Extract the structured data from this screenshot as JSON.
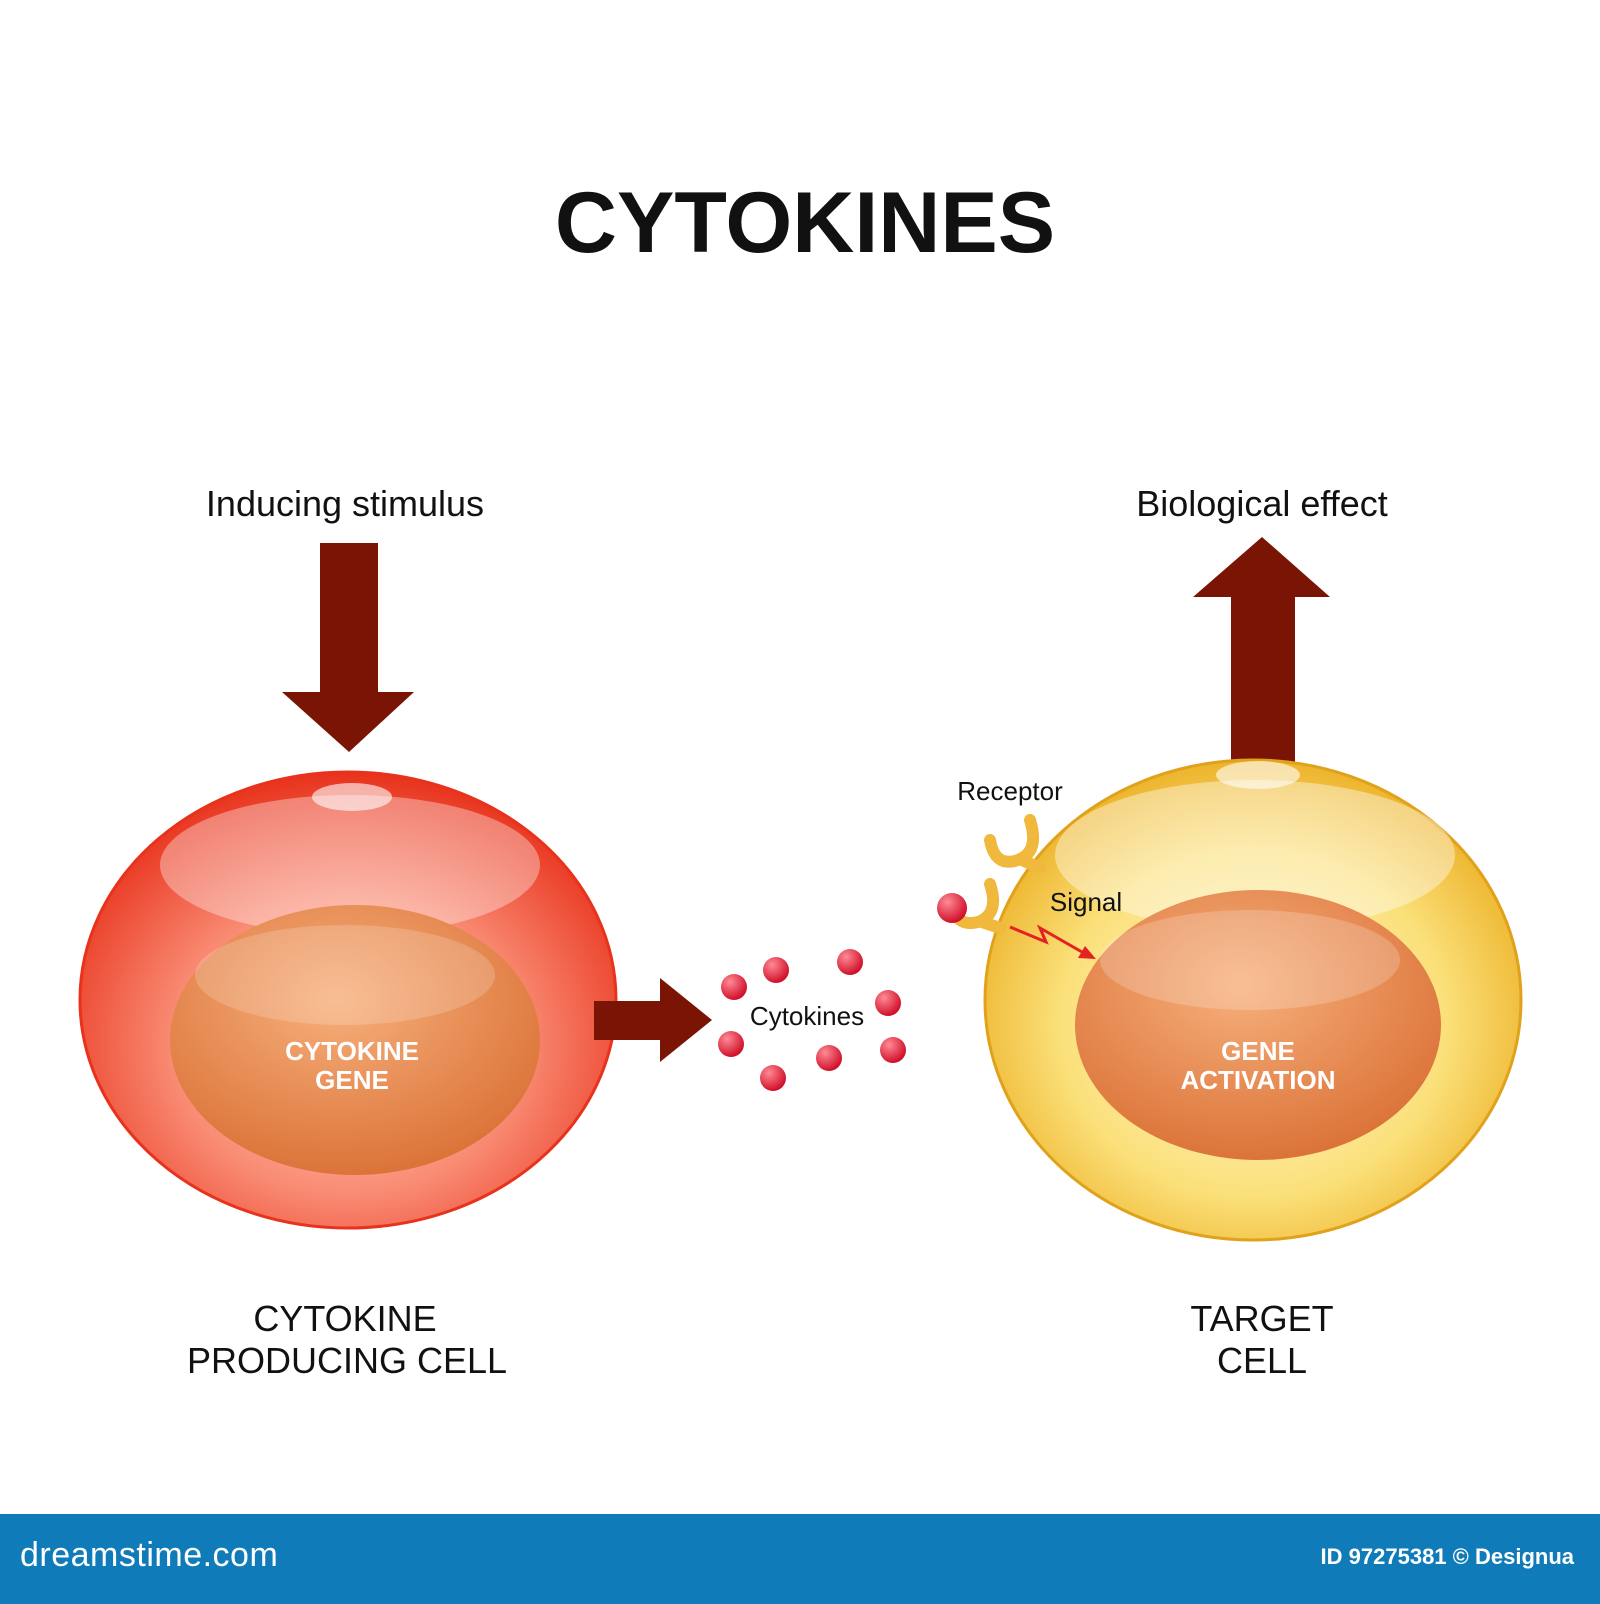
{
  "title": "CYTOKINES",
  "inducing_stimulus": "Inducing stimulus",
  "biological_effect": "Biological effect",
  "producing_cell": {
    "label_line1": "CYTOKINE",
    "label_line2": "PRODUCING CELL",
    "nucleus_line1": "CYTOKINE",
    "nucleus_line2": "GENE"
  },
  "target_cell": {
    "label_line1": "TARGET",
    "label_line2": "CELL",
    "nucleus_line1": "GENE",
    "nucleus_line2": "ACTIVATION"
  },
  "cytokines_label": "Cytokines",
  "receptor_label": "Receptor",
  "signal_label": "Signal",
  "colors": {
    "arrow": "#7a1404",
    "producing_cell": "#f2432a",
    "target_cell": "#f4c534",
    "nucleus": "#e98a4c",
    "cytokine": "#e0233a",
    "receptor": "#f0b83c",
    "signal": "#e32222",
    "footer": "#0f7bb8"
  },
  "footer": {
    "brand": "dreamstime.com",
    "credit": "ID 97275381 © Designua"
  }
}
